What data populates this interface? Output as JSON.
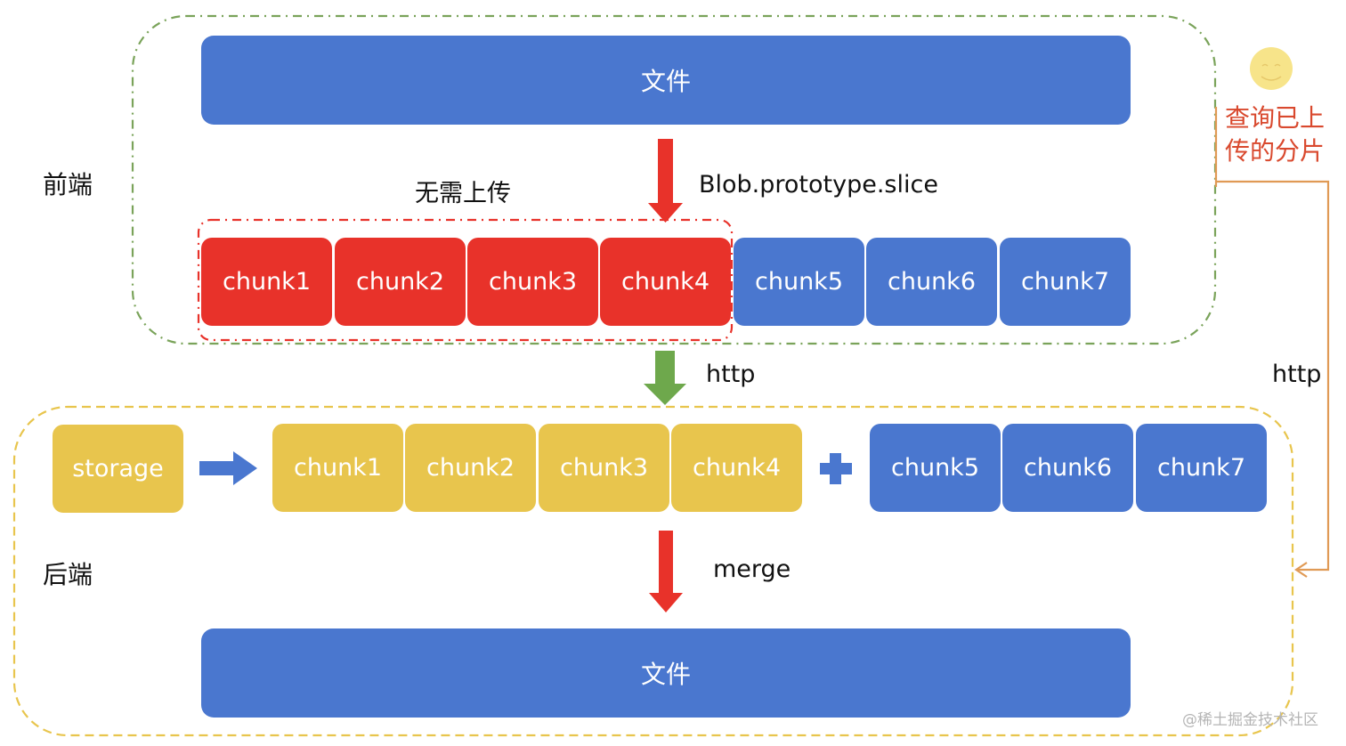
{
  "frontend": {
    "label": "前端",
    "file_label": "文件",
    "no_upload_label": "无需上传",
    "slice_label": "Blob.prototype.slice",
    "chunks": [
      {
        "label": "chunk1",
        "status": "uploaded"
      },
      {
        "label": "chunk2",
        "status": "uploaded"
      },
      {
        "label": "chunk3",
        "status": "uploaded"
      },
      {
        "label": "chunk4",
        "status": "uploaded"
      },
      {
        "label": "chunk5",
        "status": "pending"
      },
      {
        "label": "chunk6",
        "status": "pending"
      },
      {
        "label": "chunk7",
        "status": "pending"
      }
    ]
  },
  "query": {
    "line1": "查询已上",
    "line2": "传的分片",
    "http_label": "http"
  },
  "transfer": {
    "http_label": "http"
  },
  "backend": {
    "label": "后端",
    "storage_label": "storage",
    "stored_chunks": [
      "chunk1",
      "chunk2",
      "chunk3",
      "chunk4"
    ],
    "new_chunks": [
      "chunk5",
      "chunk6",
      "chunk7"
    ],
    "merge_label": "merge",
    "file_label": "文件"
  },
  "watermark": "@稀土掘金技术社区",
  "colors": {
    "blue": "#4a77cf",
    "red": "#e8322a",
    "yellow": "#e8c54d",
    "green": "#6ea84c",
    "orange": "#e09a55",
    "frontend_border": "#7aa35a",
    "backend_border": "#e8c54d"
  }
}
